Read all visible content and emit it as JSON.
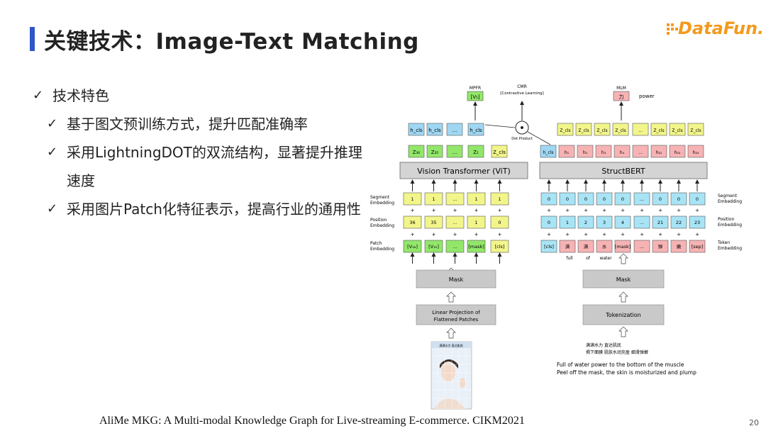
{
  "header": {
    "title": "关键技术：Image-Text Matching",
    "logo": "DataFun.",
    "page_number": "20"
  },
  "bullets": [
    {
      "level": 1,
      "text": "技术特色"
    },
    {
      "level": 2,
      "text": "基于图文预训练方式，提升匹配准确率"
    },
    {
      "level": 2,
      "text": "采用LightningDOT的双流结构，显著提升推理速度"
    },
    {
      "level": 2,
      "text": "采用图片Patch化特征表示，提高行业的通用性"
    }
  ],
  "citation": "AliMe MKG: A Multi-modal Knowledge Graph for Live-streaming E-commerce. CIKM2021",
  "diagram": {
    "mpfr_label": "MPFR",
    "mpfr_output": "[V₅]",
    "cmr_label": "CMR",
    "cmr_sub": "[Contrastive Learning]",
    "dot_product": "Dot Product",
    "mlm_label": "MLM",
    "mlm_output": "力",
    "mlm_word": "power",
    "vision_h": [
      "h_cls",
      "h_cls",
      "...",
      "h_cls"
    ],
    "vision_z": [
      "Z₃₆",
      "Z₃₅",
      "...",
      "Z₁",
      "Z_cls"
    ],
    "text_z": [
      "Z_cls",
      "Z_cls",
      "Z_cls",
      "Z_cls",
      "...",
      "Z_cls",
      "Z_cls",
      "Z_cls"
    ],
    "text_h": [
      "h_cls",
      "h₁",
      "h₂",
      "h₃",
      "h₄",
      "...",
      "h₂₁",
      "h₂₂",
      "h₂₃"
    ],
    "vit_label": "Vision Transformer (ViT)",
    "bert_label": "StructBERT",
    "seg_label": "Segment Embedding",
    "pos_label": "Position Embedding",
    "patch_label": "Patch Embedding",
    "token_label": "Token Embedding",
    "v_seg": [
      "1",
      "1",
      "...",
      "1",
      "1"
    ],
    "v_pos": [
      "36",
      "35",
      "...",
      "1",
      "0"
    ],
    "v_patch": [
      "[V₃₆]",
      "[V₃₅]",
      "...",
      "[mask]",
      "[cls]"
    ],
    "t_seg": [
      "0",
      "0",
      "0",
      "0",
      "0",
      "...",
      "0",
      "0",
      "0"
    ],
    "t_pos": [
      "0",
      "1",
      "2",
      "3",
      "4",
      "...",
      "21",
      "22",
      "23"
    ],
    "t_tok": [
      "[cls]",
      "满",
      "满",
      "水",
      "[mask]",
      "...",
      "弹",
      "嫩",
      "[sep]"
    ],
    "tok_glosses": [
      "full",
      "of",
      "water"
    ],
    "mask_label": "Mask",
    "linear_proj": [
      "Linear Projection of",
      "Flattened Patches"
    ],
    "tokenization": "Tokenization",
    "chinese_caption": [
      "满满水力 直达肌底",
      "揭下面膜 肌肤水润充盈 细滑弹嫩"
    ],
    "english_caption": [
      "Full of water power to the bottom of the muscle",
      "Peel off the mask, the skin is moisturized and plump"
    ],
    "photo_caption": "满满水力 直达肌底",
    "colors": {
      "blue": "#9fd7f3",
      "green": "#92e76a",
      "yellow": "#f2f58a",
      "cyan": "#a8e4f5",
      "pink": "#f7b3b4",
      "gray": "#c9c9c9"
    }
  }
}
